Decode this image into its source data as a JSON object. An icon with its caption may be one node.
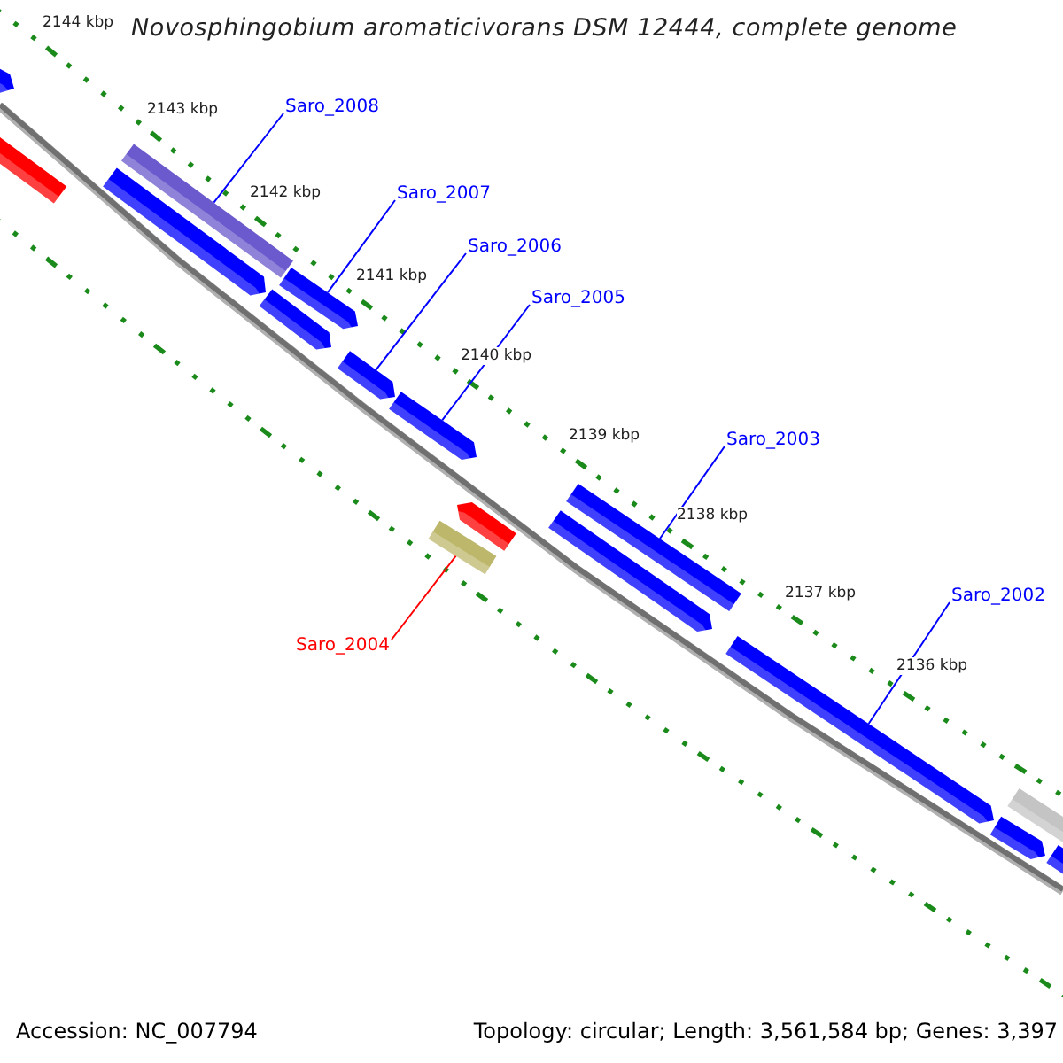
{
  "diagram": {
    "title": "Novosphingobium aromaticivorans DSM 12444, complete genome",
    "nodes": [
      {
        "text": [
          "Saro_2008"
        ]
      },
      {
        "text": [],
        "shape": "bar"
      },
      {
        "text": [
          "Saro_2007"
        ]
      },
      {
        "text": [],
        "shape": "bar"
      },
      {
        "text": [
          "Saro_2006"
        ]
      },
      {
        "text": [],
        "shape": "bar"
      },
      {
        "text": [
          "Saro_2005"
        ]
      },
      {
        "text": [],
        "shape": "bar"
      },
      {
        "text": [
          "Saro_2003"
        ]
      },
      {
        "text": [],
        "shape": "bar"
      },
      {
        "text": [
          "Saro_2004"
        ]
      },
      {
        "text": [],
        "shape": "bar"
      },
      {
        "text": [
          "Saro_2002"
        ]
      },
      {
        "text": [],
        "shape": "bar"
      },
      {
        "text": [],
        "shape": "bar"
      },
      {
        "text": [],
        "shape": "bar"
      },
      {
        "text": [],
        "shape": "bar"
      },
      {
        "text": [],
        "shape": "bar"
      },
      {
        "text": [],
        "shape": "bar"
      },
      {
        "text": [],
        "shape": "bar"
      },
      {
        "text": [],
        "shape": "bar"
      },
      {
        "text": [],
        "shape": "bar"
      },
      {
        "text": [],
        "shape": "bar"
      }
    ],
    "edges": [
      {
        "from": 0,
        "to": 1,
        "arrow": "none"
      },
      {
        "from": 2,
        "to": 3,
        "arrow": "none"
      },
      {
        "from": 4,
        "to": 5,
        "arrow": "none"
      },
      {
        "from": 6,
        "to": 7,
        "arrow": "none"
      },
      {
        "from": 8,
        "to": 9,
        "arrow": "none"
      },
      {
        "from": 10,
        "to": 11,
        "arrow": "none",
        "color": "#ff0000"
      },
      {
        "from": 12,
        "to": 13,
        "arrow": "none"
      }
    ],
    "labels": [
      "2144 kbp",
      "2143 kbp",
      "2142 kbp",
      "2141 kbp",
      "2140 kbp",
      "2139 kbp",
      "2138 kbp",
      "2137 kbp",
      "2136 kbp",
      "Accession: NC_007794",
      "Topology: circular; Length: 3,561,584 bp; Genes: 3,397"
    ]
  }
}
